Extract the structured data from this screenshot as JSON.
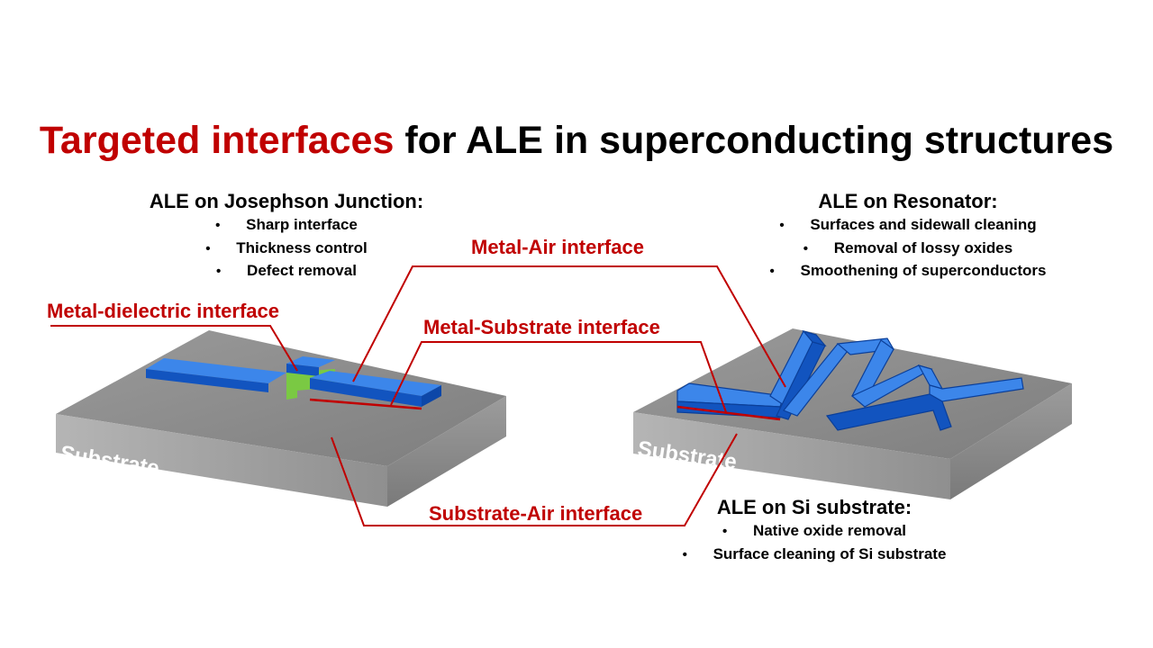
{
  "title": {
    "accent": "Targeted interfaces",
    "rest": " for ALE in superconducting structures",
    "accent_color": "#c00000"
  },
  "josephson": {
    "heading": "ALE on Josephson Junction:",
    "items": [
      "Sharp interface",
      "Thickness control",
      "Defect removal"
    ]
  },
  "resonator": {
    "heading": "ALE on Resonator:",
    "items": [
      "Surfaces and sidewall cleaning",
      "Removal of lossy oxides",
      "Smoothening of superconductors"
    ]
  },
  "silicon": {
    "heading": "ALE on Si substrate:",
    "items": [
      "Native oxide removal",
      "Surface cleaning of Si substrate"
    ]
  },
  "interfaces": {
    "metal_dielectric": "Metal-dielectric interface",
    "metal_air": "Metal-Air interface",
    "metal_substrate": "Metal-Substrate interface",
    "substrate_air": "Substrate-Air interface"
  },
  "substrate_label": "Substrate",
  "bullet": "•",
  "colors": {
    "metal": "#1a66d9",
    "metal_side": "#0d47a8",
    "dielectric": "#7ac943",
    "substrate_top": "#8c8c8c",
    "substrate_front": "#a6a6a6",
    "callout_line": "#c00000"
  }
}
